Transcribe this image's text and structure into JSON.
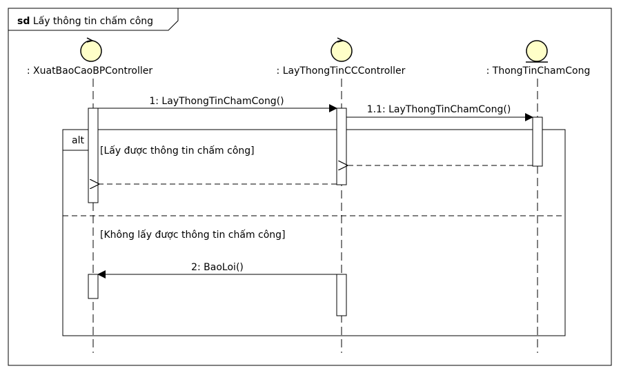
{
  "frame": {
    "keyword": "sd",
    "name": "Lấy thông tin chấm công"
  },
  "lifelines": {
    "xuat": {
      "label": ": XuatBaoCaoBPController",
      "kind": "control-icon"
    },
    "layctrl": {
      "label": ": LayThongTinCCController",
      "kind": "control-icon"
    },
    "thongtin": {
      "label": ": ThongTinChamCong",
      "kind": "entity-icon"
    }
  },
  "fragment": {
    "operator": "alt",
    "guard1": "[Lấy được thông tin chấm công]",
    "guard2": "[Không lấy được thông tin chấm công]"
  },
  "messages": {
    "m1": "1: LayThongTinChamCong()",
    "m11": "1.1: LayThongTinChamCong()",
    "m2": "2: BaoLoi()"
  }
}
